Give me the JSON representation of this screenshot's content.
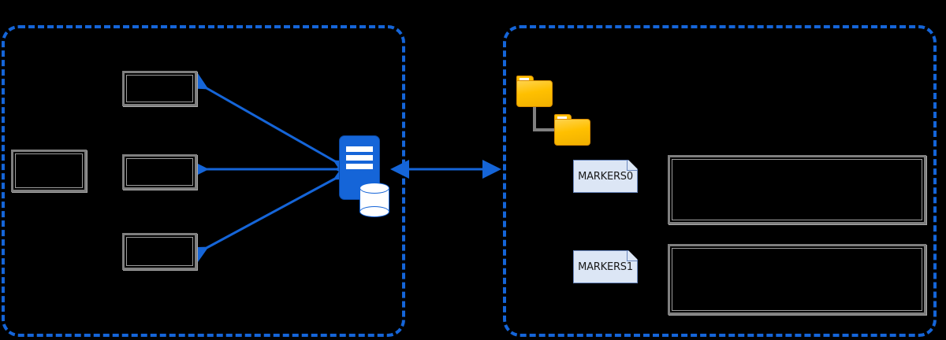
{
  "diagram": {
    "title": "",
    "colors": {
      "accent_blue": "#1565d8",
      "zone_border": "#1565d8",
      "box_border": "#7f7f7f",
      "folder_fill": "#ffc000",
      "note_fill": "#dce6f5",
      "background": "#000000"
    },
    "zones": [
      {
        "id": "zone-left",
        "label": ""
      },
      {
        "id": "zone-right",
        "label": ""
      }
    ],
    "left": {
      "external_box": {
        "label": ""
      },
      "boxes": [
        {
          "label": ""
        },
        {
          "label": ""
        },
        {
          "label": ""
        }
      ],
      "server": {
        "label": "",
        "icon": "server-database-icon"
      }
    },
    "right": {
      "folders": [
        {
          "label": "",
          "icon": "folder-icon"
        },
        {
          "label": "",
          "icon": "folder-icon"
        }
      ],
      "notes": [
        {
          "label": "MARKERS0",
          "icon": "document-note-icon"
        },
        {
          "label": "MARKERS1",
          "icon": "document-note-icon"
        }
      ],
      "panels": [
        {
          "label": ""
        },
        {
          "label": ""
        }
      ]
    },
    "connectors": [
      {
        "from": "server",
        "to": "box-a",
        "style": "double-arrow"
      },
      {
        "from": "server",
        "to": "box-b",
        "style": "double-arrow"
      },
      {
        "from": "server",
        "to": "box-c",
        "style": "double-arrow"
      },
      {
        "from": "server",
        "to": "zone-right",
        "style": "double-arrow"
      }
    ]
  }
}
